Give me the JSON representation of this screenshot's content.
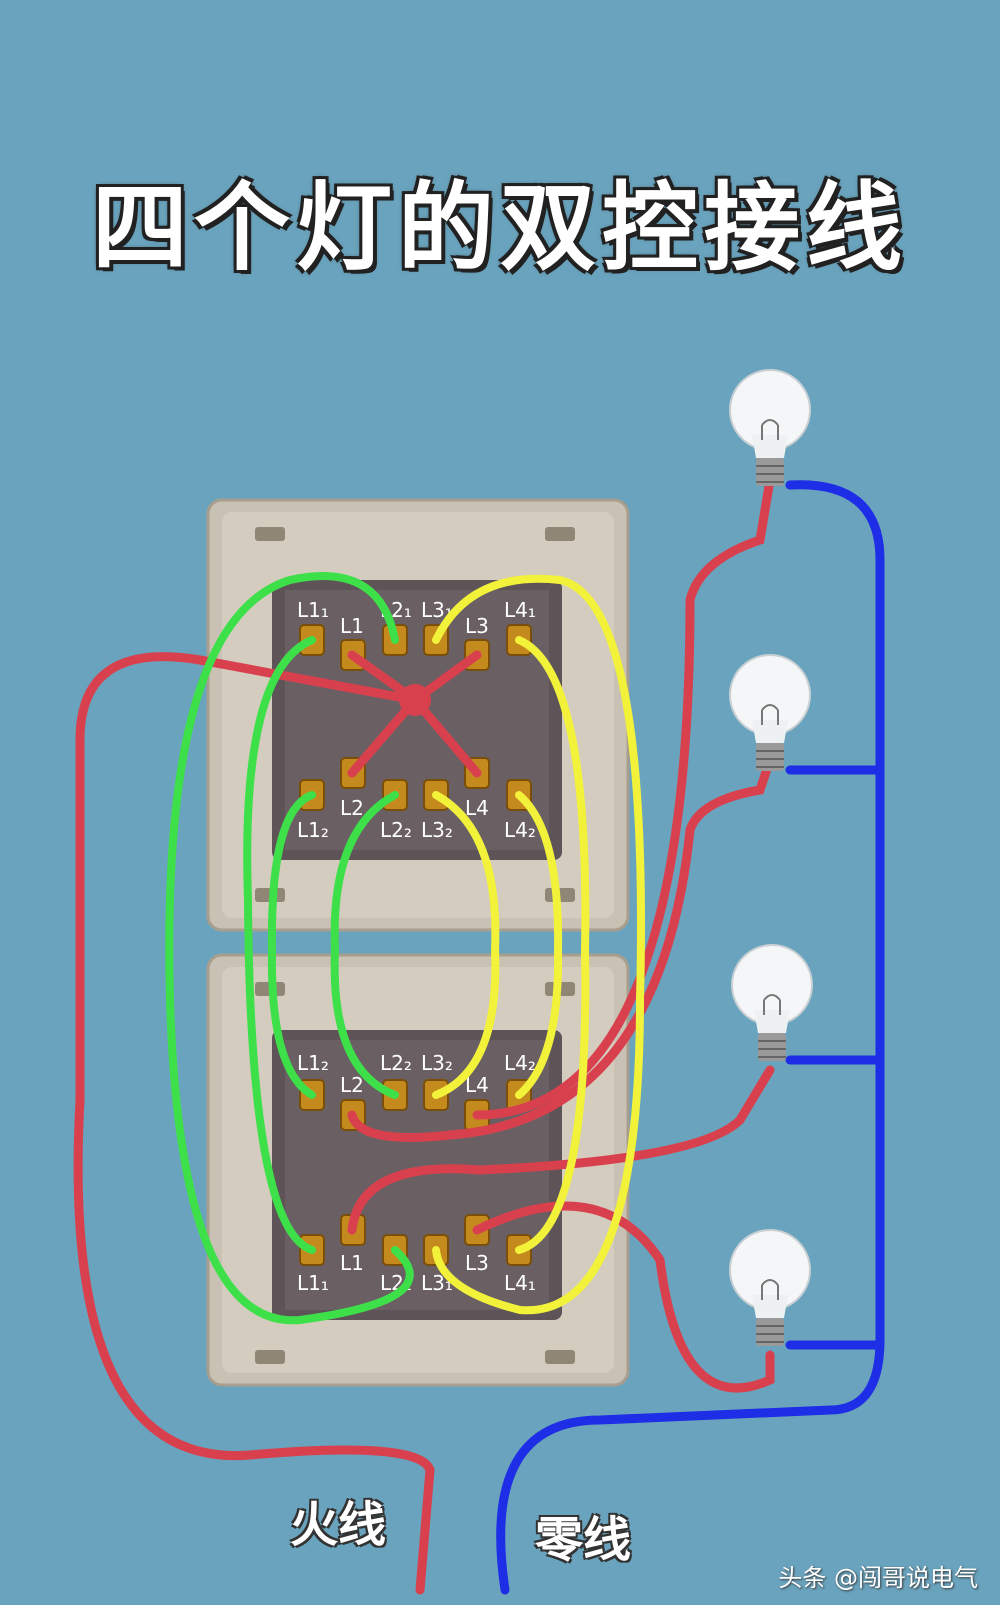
{
  "title": "四个灯的双控接线",
  "live_wire_label": "火线",
  "neutral_wire_label": "零线",
  "watermark": "头条 @闯哥说电气",
  "top_switch": {
    "upper_terminals": [
      "L1₁",
      "L1",
      "L2₁",
      "L3₁",
      "L3",
      "L4₁"
    ],
    "lower_terminals": [
      "L2",
      "L4",
      "L1₂",
      "L2₂",
      "L3₂",
      "L4₂"
    ]
  },
  "bottom_switch": {
    "upper_terminals": [
      "L1₂",
      "L2₂",
      "L3₂",
      "L4₂",
      "L2",
      "L4"
    ],
    "lower_terminals": [
      "L1",
      "L3",
      "L1₁",
      "L2₁",
      "L3₁",
      "L4₁"
    ]
  },
  "colors": {
    "background": "#6aa3bd",
    "live": "#d9404e",
    "neutral": "#1e2ee6",
    "traveler_green": "#3ee04a",
    "traveler_yellow": "#f2f23a",
    "switch_plate": "#c9c1b3",
    "switch_body": "#5e5458",
    "terminal": "#c58a1e"
  },
  "icons": [
    "light-bulb-icon",
    "light-bulb-icon",
    "light-bulb-icon",
    "light-bulb-icon"
  ]
}
